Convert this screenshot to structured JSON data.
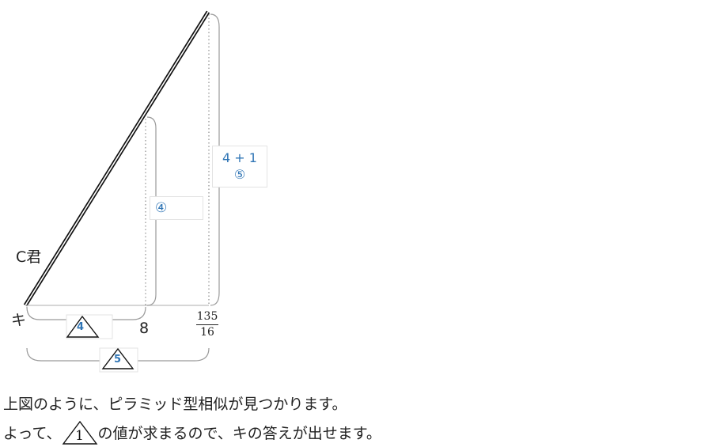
{
  "diagram": {
    "person_label": "C君",
    "point_label": "キ",
    "label_4_circled": "④",
    "label_4_plus_1": "4 + 1",
    "label_5_circled": "⑤",
    "triangle_4": "4",
    "triangle_5": "5",
    "length_8": "8",
    "fraction": {
      "numerator": "135",
      "denominator": "16"
    }
  },
  "explanation": {
    "line1": "上図のように、ピラミッド型相似が見つかります。",
    "line2_prefix": "よって、",
    "line2_triangle": "1",
    "line2_suffix": "の値が求まるので、キの答えが出せます。"
  },
  "colors": {
    "accent_blue": "#2f75b5",
    "line_black": "#111111",
    "bracket_gray": "#9a9a9a"
  }
}
